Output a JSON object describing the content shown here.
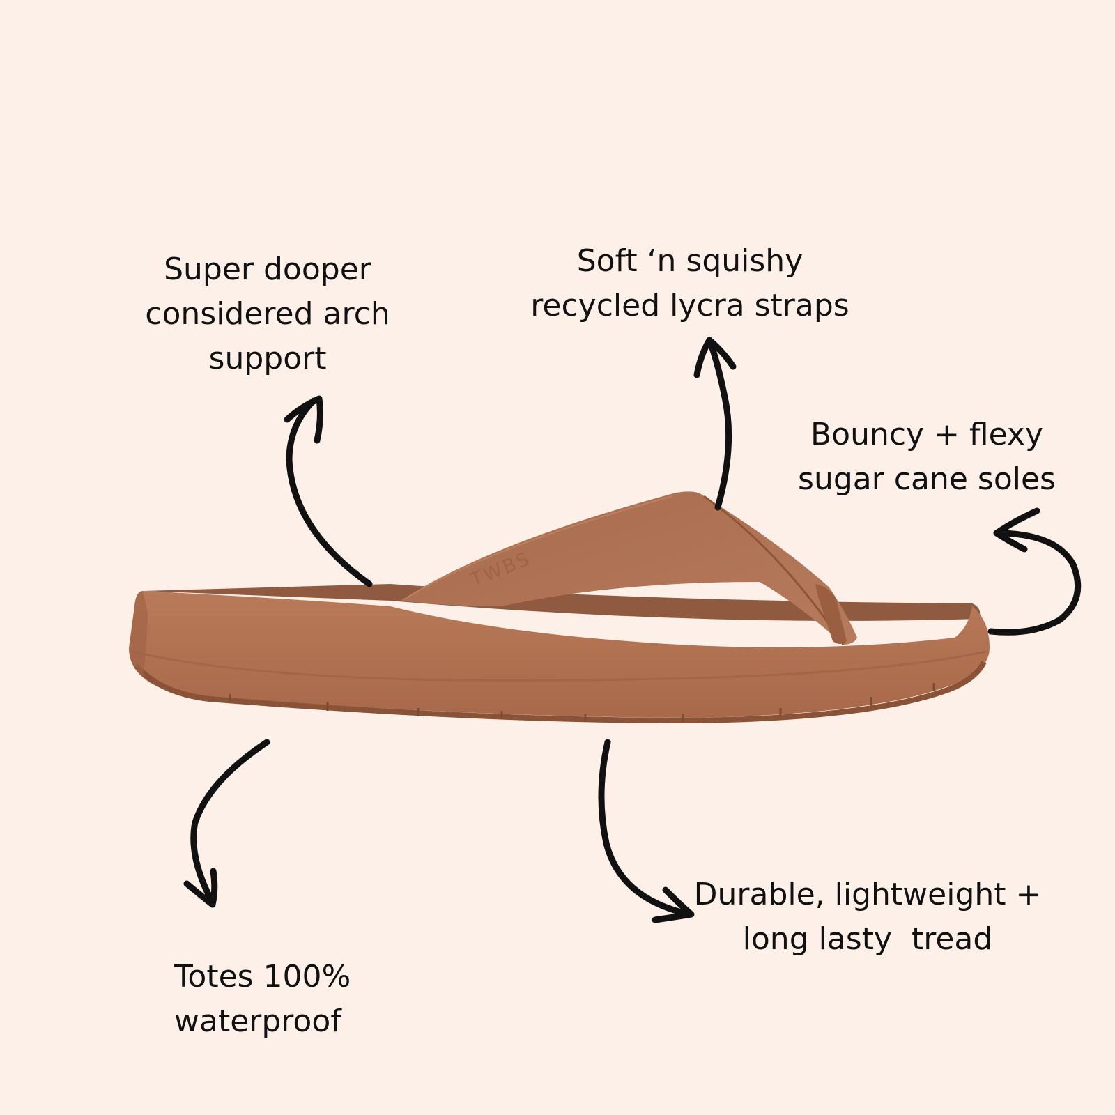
{
  "features": {
    "arch": [
      "Super dooper",
      "considered arch",
      "support"
    ],
    "straps": [
      "Soft ‘n squishy",
      "recycled lycra straps"
    ],
    "soles": [
      "Bouncy + flexy",
      "sugar cane soles"
    ],
    "waterproof": [
      "Totes 100%",
      "waterproof"
    ],
    "tread": [
      "Durable, lightweight +",
      "long lasty  tread"
    ]
  },
  "product": {
    "brand_mark": "TWBS",
    "icon": "flip-flop-sandal",
    "colors": {
      "background": "#fdf0e8",
      "sandal": "#b57656",
      "sandal_dark": "#8f563c",
      "arrow": "#111111"
    }
  }
}
